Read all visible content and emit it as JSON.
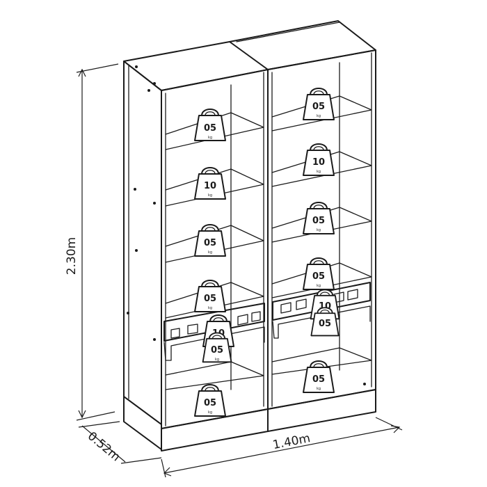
{
  "dimensions": {
    "height": "2.30m",
    "depth": "0.52m",
    "width": "1.40m"
  },
  "weights": {
    "w05": "05",
    "w10": "10",
    "unit": "kg"
  }
}
